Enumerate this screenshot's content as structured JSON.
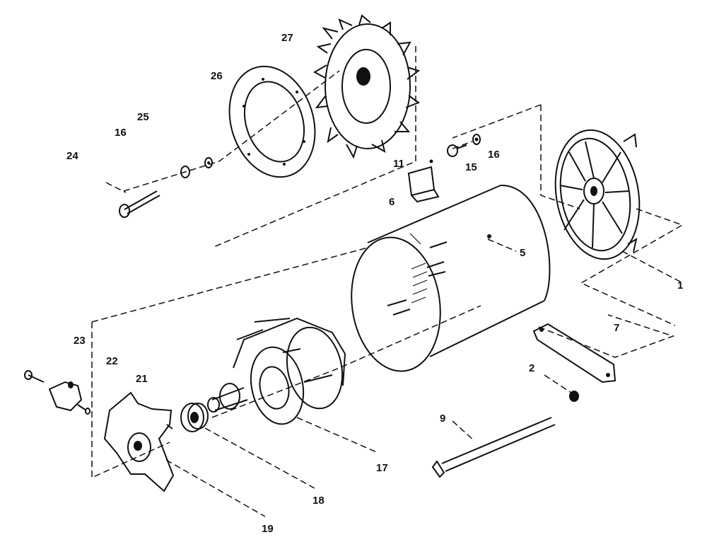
{
  "diagram": {
    "labels": [
      {
        "id": "p1",
        "text": "1"
      },
      {
        "id": "p2",
        "text": "2"
      },
      {
        "id": "p5",
        "text": "5"
      },
      {
        "id": "p6",
        "text": "6"
      },
      {
        "id": "p7",
        "text": "7"
      },
      {
        "id": "p9",
        "text": "9"
      },
      {
        "id": "p11",
        "text": "11"
      },
      {
        "id": "p15",
        "text": "15"
      },
      {
        "id": "p16a",
        "text": "16"
      },
      {
        "id": "p16b",
        "text": "16"
      },
      {
        "id": "p17",
        "text": "17"
      },
      {
        "id": "p18",
        "text": "18"
      },
      {
        "id": "p19",
        "text": "19"
      },
      {
        "id": "p21",
        "text": "21"
      },
      {
        "id": "p22",
        "text": "22"
      },
      {
        "id": "p23",
        "text": "23"
      },
      {
        "id": "p24",
        "text": "24"
      },
      {
        "id": "p25",
        "text": "25"
      },
      {
        "id": "p26",
        "text": "26"
      },
      {
        "id": "p27",
        "text": "27"
      }
    ]
  }
}
